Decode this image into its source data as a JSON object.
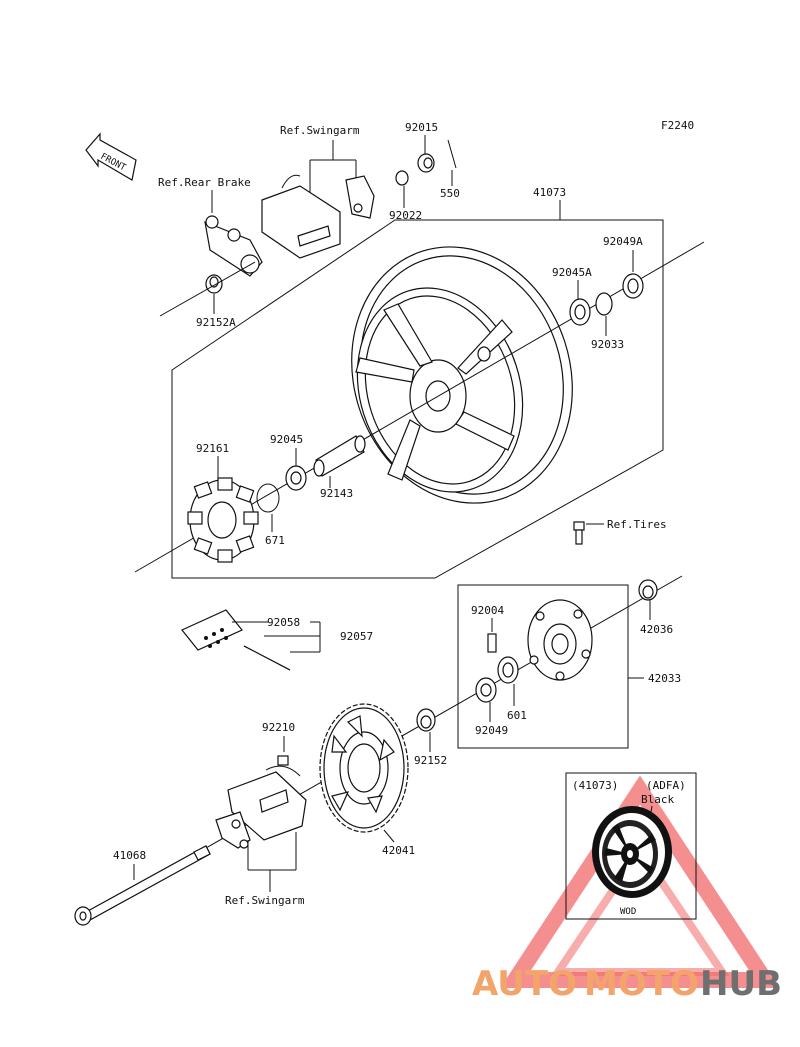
{
  "diagram_code": "F2240",
  "front_label": "FRONT",
  "refs": {
    "swingarm_top": "Ref.Swingarm",
    "rear_brake": "Ref.Rear Brake",
    "tires": "Ref.Tires",
    "swingarm_bottom": "Ref.Swingarm"
  },
  "parts": {
    "p92015": "92015",
    "p550": "550",
    "p92022": "92022",
    "p41073": "41073",
    "p92049A": "92049A",
    "p92045A": "92045A",
    "p92033": "92033",
    "p92152A": "92152A",
    "p92161": "92161",
    "p92045": "92045",
    "p92143": "92143",
    "p671": "671",
    "p92004": "92004",
    "p42036": "42036",
    "p92058": "92058",
    "p92057": "92057",
    "p42033": "42033",
    "p601": "601",
    "p92049": "92049",
    "p92210": "92210",
    "p92152": "92152",
    "p42041": "42041",
    "p41068": "41068"
  },
  "inset": {
    "part": "(41073)",
    "variant": "(ADFA)",
    "color": "Black",
    "code": "WOD"
  },
  "watermark": {
    "auto": "AUTO",
    "moto": "MOTO",
    "hub": "HUB",
    "color_main": "#f2a46a",
    "color_hub": "#6f6f6f",
    "triangle": "#f26a6a"
  }
}
